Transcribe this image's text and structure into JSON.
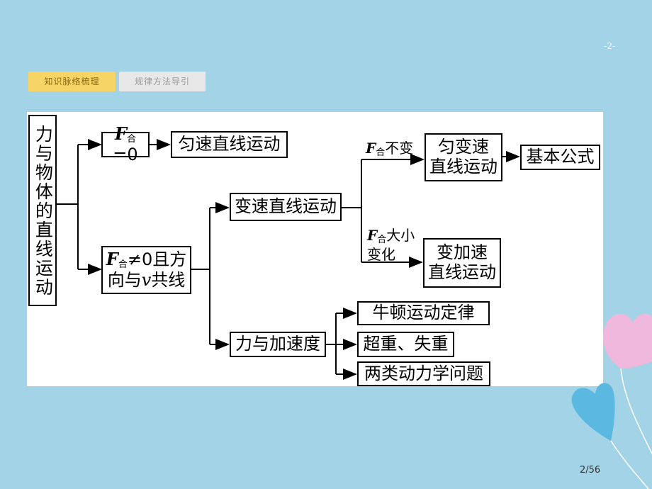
{
  "page_number_top": "-2-",
  "tabs": [
    {
      "label": "知识脉络梳理",
      "active": true
    },
    {
      "label": "规律方法导引",
      "active": false
    }
  ],
  "diagram": {
    "root": "力与物体的直线运动",
    "branch_zero": {
      "condition": "=0",
      "result": "匀速直线运动"
    },
    "branch_nonzero": {
      "condition_a": "≠0且方",
      "condition_b": "向与",
      "condition_v": "v",
      "condition_c": "共线"
    },
    "variable_motion": "变速直线运动",
    "label_const": "不变",
    "label_change_a": "大小",
    "label_change_b": "变化",
    "uniform_accel_a": "匀变速",
    "uniform_accel_b": "直线运动",
    "basic_formula": "基本公式",
    "var_accel_a": "变加速",
    "var_accel_b": "直线运动",
    "force_accel": "力与加速度",
    "newton": "牛顿运动定律",
    "overweight": "超重、失重",
    "two_problems": "两类动力学问题",
    "symbol_F": "F",
    "symbol_sub": "合"
  },
  "page_count": "2/56",
  "colors": {
    "background": "#a3d3e6",
    "active_tab": "#f6d566",
    "inactive_tab": "#e8e8e8",
    "heart_pink": "#f0b8dc",
    "heart_blue": "#5bb8e0"
  }
}
